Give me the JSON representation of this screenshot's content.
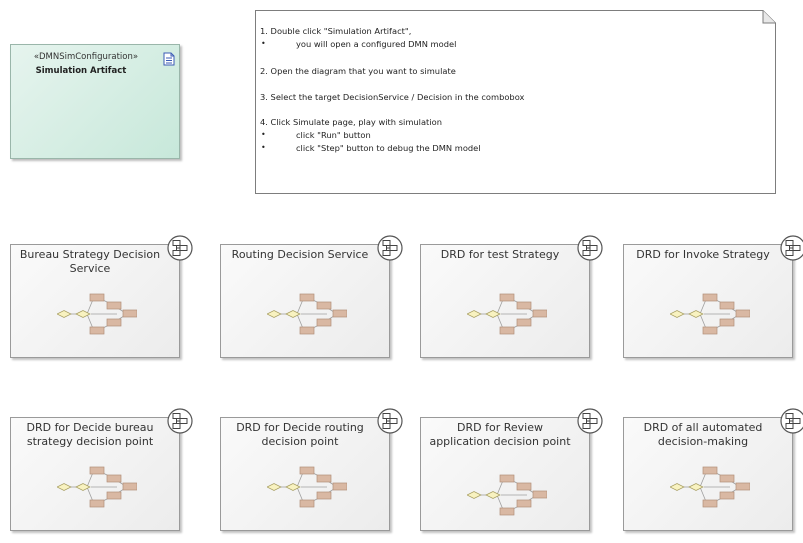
{
  "artifact": {
    "stereotype": "«DMNSimConfiguration»",
    "name": "Simulation Artifact",
    "icon": "document-icon"
  },
  "note": {
    "lines": [
      "1. Double click \"Simulation Artifact\",",
      "2. Open the diagram that you want to simulate",
      "3. Select the target DecisionService / Decision in the combobox",
      "4. Click Simulate page, play with simulation"
    ],
    "bullets": [
      "you will open a configured DMN model",
      "click \"Run\" button",
      "click \"Step\" button to debug the DMN model"
    ],
    "bullet_char": "•"
  },
  "diagrams": [
    {
      "title": "Bureau Strategy Decision Service"
    },
    {
      "title": "Routing Decision Service"
    },
    {
      "title": "DRD for test Strategy"
    },
    {
      "title": "DRD for Invoke Strategy"
    },
    {
      "title": "DRD for Decide bureau strategy decision point"
    },
    {
      "title": "DRD for Decide routing decision point"
    },
    {
      "title": "DRD for Review application decision point"
    },
    {
      "title": "DRD of all automated decision-making"
    }
  ],
  "colors": {
    "artifact_fill": "#d2ece1",
    "decision_box": "#d9b8a3",
    "diamond": "#f8f2c0",
    "badge_ring": "#555555"
  },
  "icons": [
    "document-icon",
    "diagram-link-icon",
    "drd-thumbnail"
  ]
}
